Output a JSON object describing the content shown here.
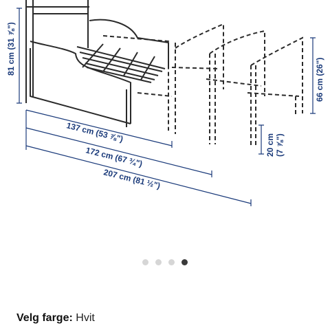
{
  "gallery": {
    "dimensions": {
      "height_total": "81 cm (31 ⅞\")",
      "height_side": "66 cm (26\")",
      "leg_height": "20 cm",
      "leg_height_in": "(7 ⅞\")",
      "length_1": "137 cm (53 ⅞\")",
      "length_2": "172 cm (67 ¾\")",
      "length_3": "207 cm (81 ½\")"
    },
    "dots": [
      {
        "active": false
      },
      {
        "active": false
      },
      {
        "active": false
      },
      {
        "active": true
      }
    ]
  },
  "color_select": {
    "label": "Velg farge:",
    "value": "Hvit"
  }
}
